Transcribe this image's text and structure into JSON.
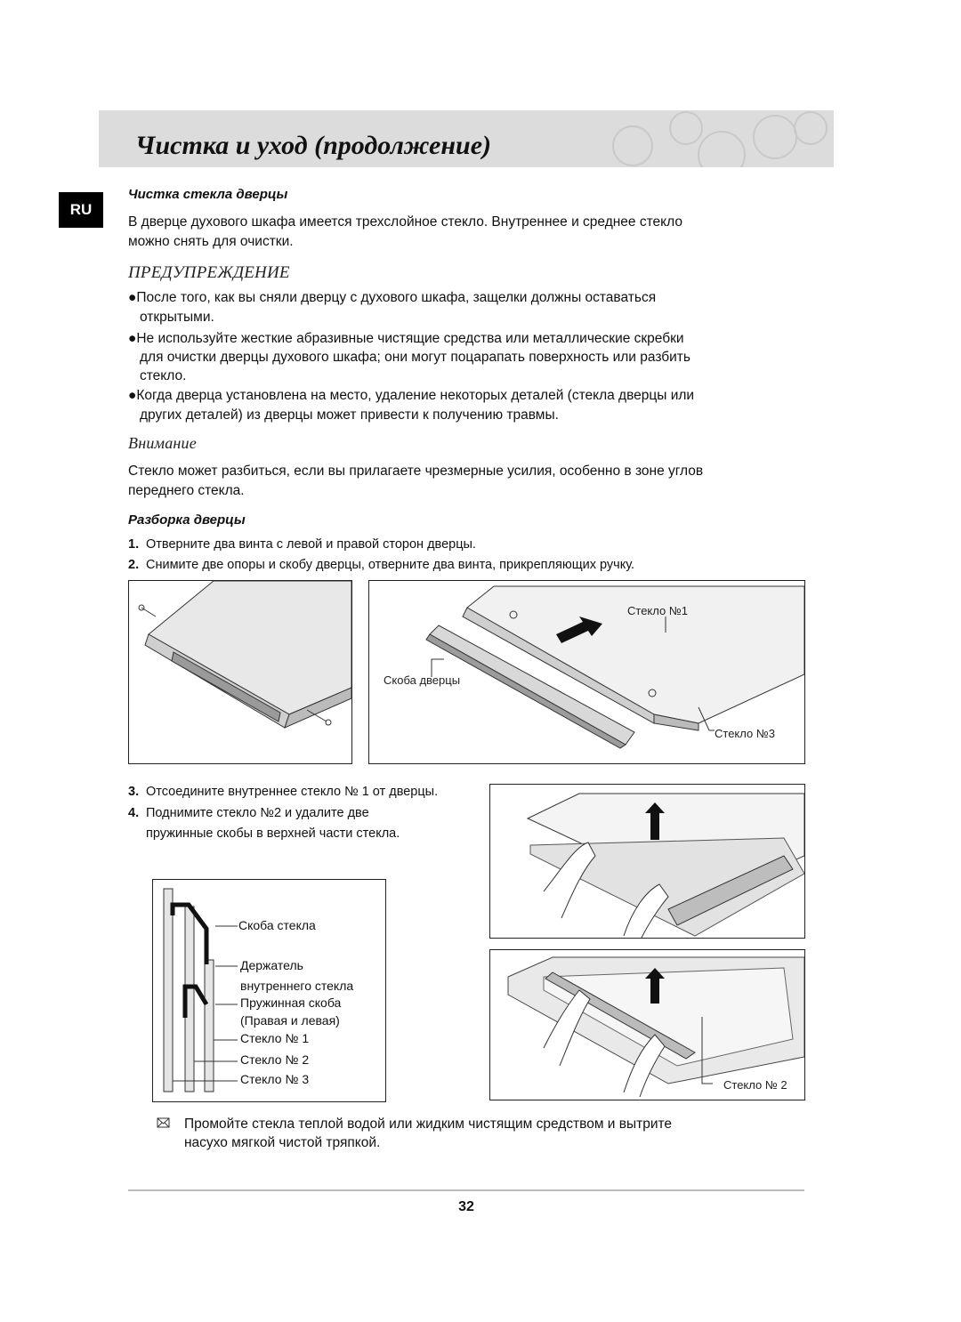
{
  "header": {
    "title": "Чистка и уход (продолжение)"
  },
  "lang_badge": "RU",
  "section_glass": {
    "title": "Чистка стекла дверцы",
    "intro_line1": "В дверце духового шкафа имеется трехслойное стекло. Внутреннее и среднее стекло",
    "intro_line2": "можно снять для очистки."
  },
  "warning": {
    "heading": "ПРЕДУПРЕЖДЕНИЕ",
    "bullets": [
      {
        "l1": "●После того, как вы сняли дверцу с духового шкафа, защелки должны оставаться",
        "l2": "открытыми.",
        "l3": ""
      },
      {
        "l1": "●Не используйте жесткие абразивные чистящие средства или металлические скребки",
        "l2": "для очистки дверцы духового шкафа; они могут поцарапать поверхность или разбить",
        "l3": "стекло."
      },
      {
        "l1": "●Когда дверца установлена на место, удаление некоторых деталей (стекла дверцы или",
        "l2": "других деталей) из дверцы может привести к получению травмы.",
        "l3": ""
      }
    ]
  },
  "caution": {
    "heading": "Внимание",
    "line1": "Стекло может разбиться, если вы прилагаете чрезмерные усилия, особенно в зоне углов",
    "line2": "переднего стекла."
  },
  "disassembly": {
    "title": "Разборка дверцы",
    "steps": [
      {
        "num": "1.",
        "text": "Отверните два винта с левой и правой сторон дверцы."
      },
      {
        "num": "2.",
        "text": "Снимите две опоры и скобу дверцы, отверните два винта, прикрепляющих ручку."
      },
      {
        "num": "3.",
        "text": "Отсоедините внутреннее стекло № 1 от дверцы."
      },
      {
        "num": "4.",
        "text": "Поднимите стекло №2 и удалите две",
        "text2": "пружинные скобы в верхней части стекла."
      }
    ]
  },
  "figure_labels": {
    "glass1": "Стекло №1",
    "door_bracket": "Скоба дверцы",
    "glass3": "Стекло №3",
    "glass_bracket": "Скоба стекла",
    "holder_l1": "Держатель",
    "holder_l2": "внутреннего стекла",
    "spring_l1": "Пружинная скоба",
    "spring_l2": "(Правая и левая)",
    "glass_no1": "Стекло № 1",
    "glass_no2": "Стекло № 2",
    "glass_no3": "Стекло № 3",
    "glass_no2_photo": "Стекло № 2"
  },
  "note": {
    "icon": "note-icon",
    "line1": "Промойте стекла теплой водой или жидким чистящим средством и вытрите",
    "line2": "насухо мягкой чистой тряпкой."
  },
  "page_number": "32"
}
